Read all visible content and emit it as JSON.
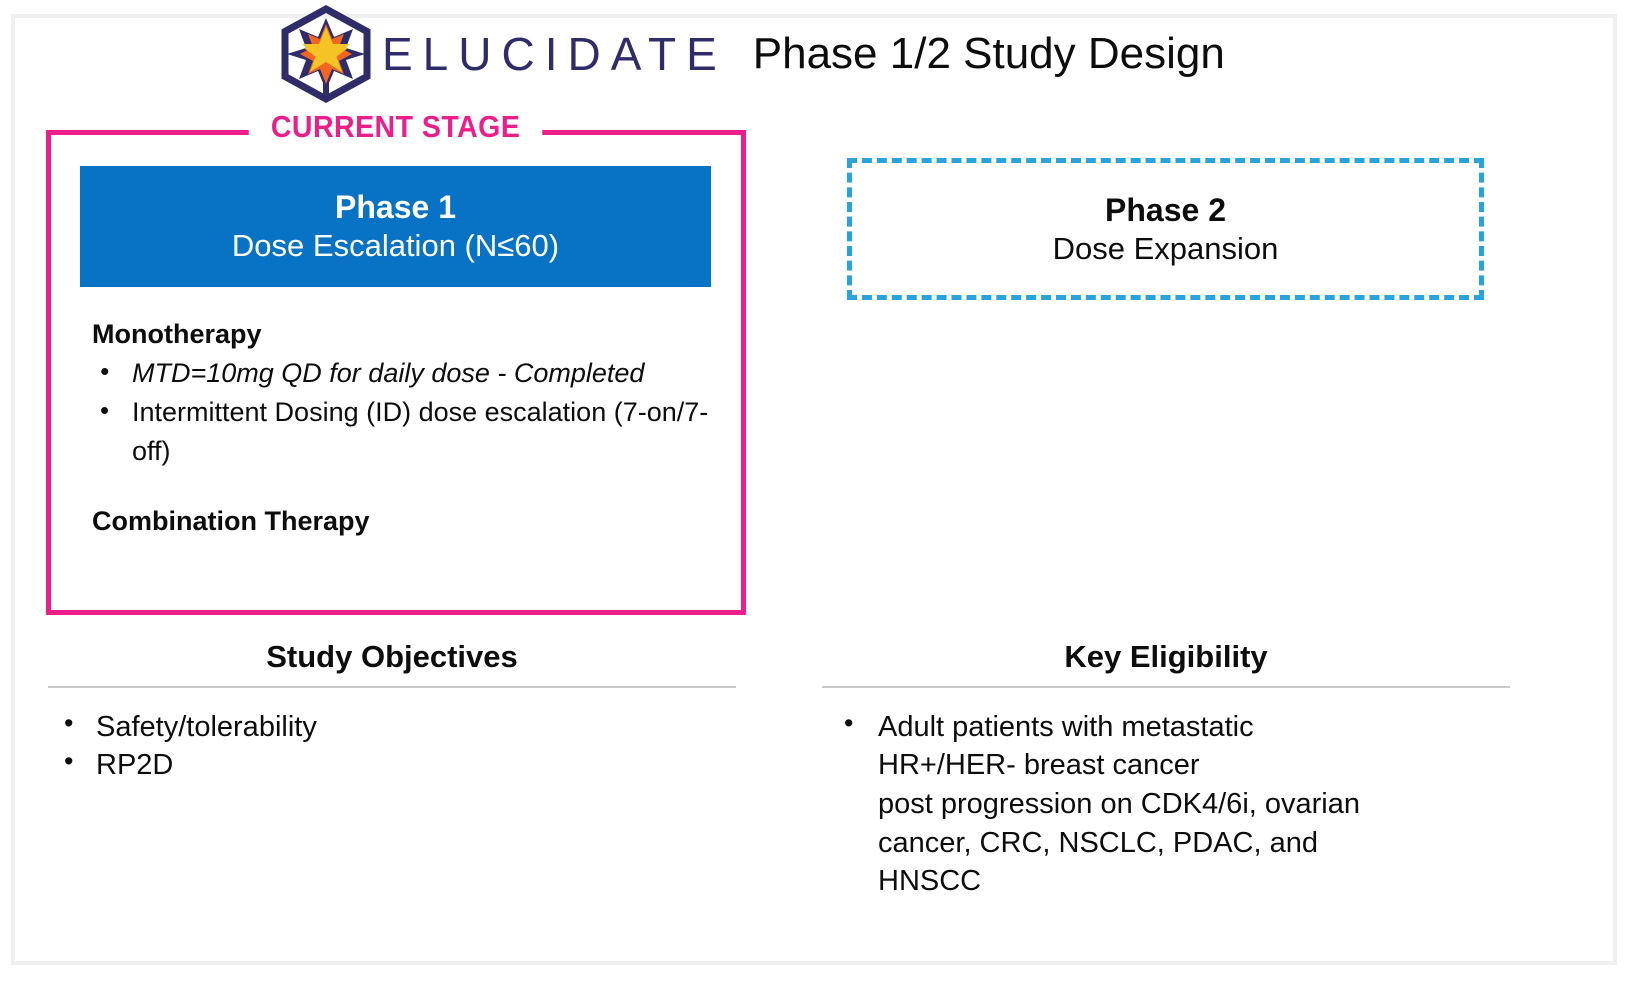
{
  "slide": {
    "title": "Phase 1/2 Study Design",
    "brand": {
      "wordmark": "ELUCIDATE",
      "logo_icon": "hexagon-star-logo-icon",
      "navy": "#2e2d69",
      "gold": "#f5c324",
      "orange": "#f26522"
    },
    "colors": {
      "accent_pink": "#ec1e8c",
      "phase1_blue": "#0873c4",
      "phase2_blue": "#29a3dc",
      "rule_gray": "#c9c9c9",
      "frame_gray": "#f0f0f1",
      "text": "#0d0d0d"
    }
  },
  "current_stage": {
    "label": "CURRENT STAGE"
  },
  "phase1": {
    "title": "Phase 1",
    "subtitle": "Dose Escalation (N≤60)",
    "sections": [
      {
        "heading": "Monotherapy",
        "bullets": [
          {
            "text": "MTD=10mg QD for daily dose - Completed",
            "italic": true
          },
          {
            "text": "Intermittent Dosing (ID) dose escalation (7-on/7-off)",
            "italic": false
          }
        ]
      },
      {
        "heading": "Combination Therapy",
        "bullets": []
      }
    ]
  },
  "phase2": {
    "title": "Phase 2",
    "subtitle": "Dose Expansion"
  },
  "study_objectives": {
    "heading": "Study Objectives",
    "items": [
      "Safety/tolerability",
      "RP2D"
    ]
  },
  "key_eligibility": {
    "heading": "Key Eligibility",
    "items": [
      "Adult patients with metastatic HR+/HER- breast cancer post progression on CDK4/6i, ovarian cancer, CRC, NSCLC, PDAC, and HNSCC"
    ],
    "item_lines": [
      "Adult patients with metastatic",
      "HR+/HER- breast cancer",
      "post progression on CDK4/6i, ovarian",
      "cancer, CRC, NSCLC, PDAC, and",
      "HNSCC"
    ]
  }
}
